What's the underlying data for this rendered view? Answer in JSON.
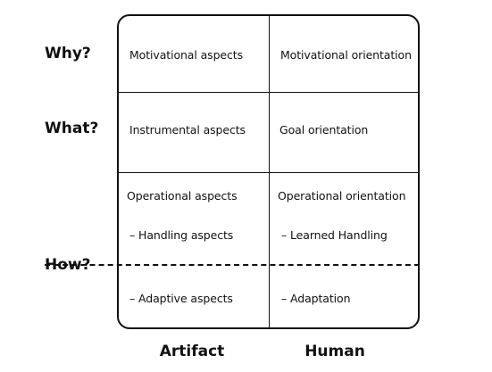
{
  "rows": {
    "why": "Why?",
    "what": "What?",
    "how": "How?"
  },
  "columns": {
    "artifact": "Artifact",
    "human": "Human"
  },
  "cells": {
    "artifact_why": "Motivational aspects",
    "human_why": "Motivational orientation",
    "artifact_what": "Instrumental aspects",
    "human_what": "Goal orientation",
    "artifact_operational": "Operational aspects",
    "human_operational": "Operational orientation",
    "artifact_handling": "– Handling aspects",
    "human_handling": "– Learned Handling",
    "artifact_adaptive": "– Adaptive aspects",
    "human_adaptive": "– Adaptation"
  }
}
